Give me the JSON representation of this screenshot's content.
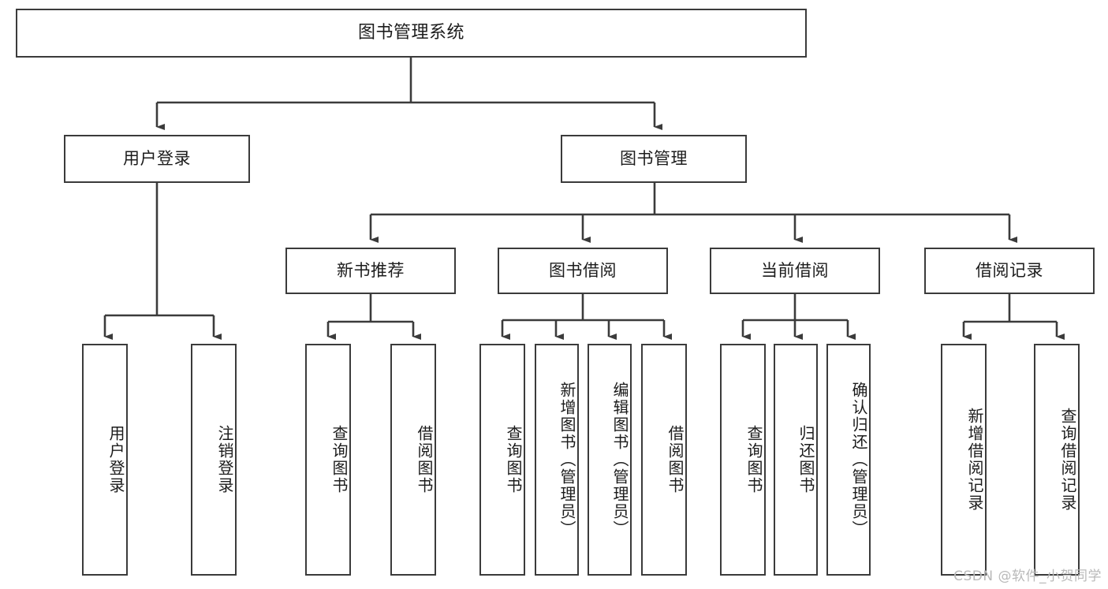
{
  "diagram": {
    "title": "图书管理系统",
    "type": "tree-hierarchy-chart",
    "watermark": "CSDN @软件_小贺同学",
    "colors": {
      "border": "#3b3b3b",
      "background": "#ffffff",
      "text": "#1c1c1c",
      "watermark": "#b9b9b9"
    },
    "levels": {
      "level1": [
        {
          "id": "root",
          "label": "图书管理系统"
        }
      ],
      "level2": [
        {
          "id": "user-login",
          "label": "用户登录",
          "parent": "root"
        },
        {
          "id": "book-manage",
          "label": "图书管理",
          "parent": "root"
        }
      ],
      "level3": [
        {
          "id": "new-book-rec",
          "label": "新书推荐",
          "parent": "book-manage"
        },
        {
          "id": "book-borrow",
          "label": "图书借阅",
          "parent": "book-manage"
        },
        {
          "id": "current-borrow",
          "label": "当前借阅",
          "parent": "book-manage"
        },
        {
          "id": "borrow-record",
          "label": "借阅记录",
          "parent": "book-manage"
        }
      ],
      "leaves": [
        {
          "id": "leaf-user-login",
          "label": "用户登录",
          "parent": "user-login"
        },
        {
          "id": "leaf-user-logout",
          "label": "注销登录",
          "parent": "user-login"
        },
        {
          "id": "leaf-query-book-1",
          "label": "查询图书",
          "parent": "new-book-rec"
        },
        {
          "id": "leaf-borrow-book-1",
          "label": "借阅图书",
          "parent": "new-book-rec"
        },
        {
          "id": "leaf-query-book-2",
          "label": "查询图书",
          "parent": "book-borrow"
        },
        {
          "id": "leaf-add-book",
          "label": "新增图书（管理员）",
          "parent": "book-borrow"
        },
        {
          "id": "leaf-edit-book",
          "label": "编辑图书（管理员）",
          "parent": "book-borrow"
        },
        {
          "id": "leaf-borrow-book-2",
          "label": "借阅图书",
          "parent": "book-borrow"
        },
        {
          "id": "leaf-query-book-3",
          "label": "查询图书",
          "parent": "current-borrow"
        },
        {
          "id": "leaf-return-book",
          "label": "归还图书",
          "parent": "current-borrow"
        },
        {
          "id": "leaf-confirm-return",
          "label": "确认归还（管理员）",
          "parent": "current-borrow"
        },
        {
          "id": "leaf-add-record",
          "label": "新增借阅记录",
          "parent": "borrow-record"
        },
        {
          "id": "leaf-query-record",
          "label": "查询借阅记录",
          "parent": "borrow-record"
        }
      ]
    }
  }
}
